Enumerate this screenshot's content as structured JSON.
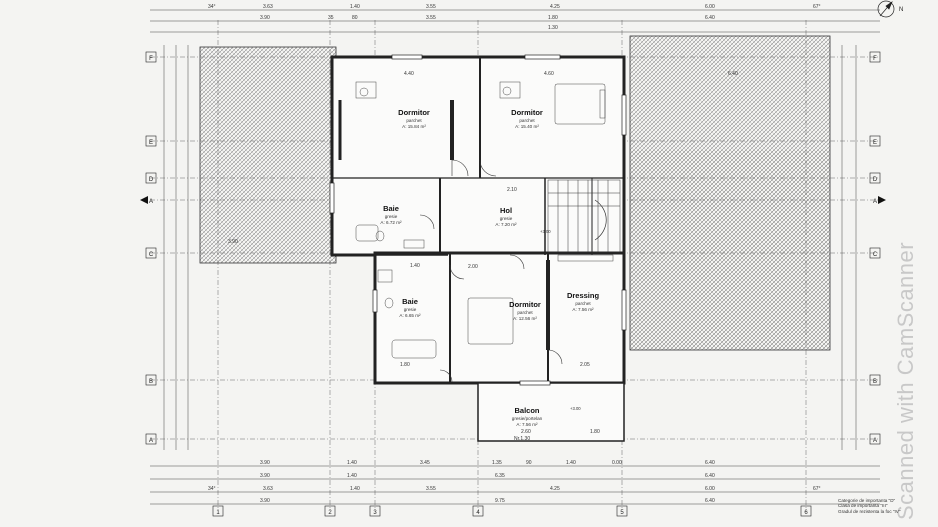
{
  "rooms": {
    "dormitor_left": {
      "name": "Dormitor",
      "floor": "parchet",
      "area": "A: 15.84 m²"
    },
    "dormitor_right": {
      "name": "Dormitor",
      "floor": "parchet",
      "area": "A: 15.40 m²"
    },
    "baie_top": {
      "name": "Baie",
      "floor": "gresie",
      "area": "A: 6.72 m²"
    },
    "hol": {
      "name": "Hol",
      "floor": "gresie",
      "area": "A: 7.20 m²"
    },
    "baie_bottom": {
      "name": "Baie",
      "floor": "gresie",
      "area": "A: 6.65 m²"
    },
    "dormitor_bottom": {
      "name": "Dormitor",
      "floor": "parchet",
      "area": "A: 12.56 m²"
    },
    "dressing": {
      "name": "Dressing",
      "floor": "parchet",
      "area": "A: 7.56 m²"
    },
    "balcon": {
      "name": "Balcon",
      "floor": "gresie/portelan",
      "area": "A: 7.56 m²"
    }
  },
  "levels": {
    "hol": "+3.00",
    "balcon": "+3.00"
  },
  "axes": {
    "horizontal": [
      "F",
      "E",
      "D",
      "A",
      "C",
      "B",
      "A"
    ],
    "vertical": [
      "1",
      "2",
      "3",
      "4",
      "5",
      "6"
    ]
  },
  "top_dims": {
    "row1": [
      "34°",
      "3.63",
      "1.40",
      "3.55",
      "4.25",
      "6.00",
      "67°"
    ],
    "row2": [
      "3.90",
      "35",
      "80",
      "3.55",
      "1.80",
      "6.40"
    ],
    "row3": [
      "1.30"
    ]
  },
  "bottom_dims": {
    "row1": [
      "3.90",
      "1.40",
      "3.45",
      "1.35",
      "90",
      "1.40",
      "0.00",
      "6.40"
    ],
    "row2": [
      "3.90",
      "1.40",
      "6.35",
      "6.40"
    ],
    "row3": [
      "34°",
      "3.63",
      "1.40",
      "3.55",
      "4.25",
      "6.00",
      "67°"
    ],
    "row4": [
      "3.90",
      "9.75",
      "6.40"
    ]
  },
  "interior_dims": [
    "4.40",
    "4.60",
    "2.10",
    "2.00",
    "1.40",
    "1.80",
    "2.05",
    "2.60",
    "1.80",
    "Nr.1.30"
  ],
  "roof_labels": [
    "3.90",
    "6.40"
  ],
  "legend": {
    "line1": "Categorie de importanta \"D\"",
    "line2": "Clasa de importanta \"III\"",
    "line3": "Gradul de rezistenta la foc \"IV\""
  },
  "watermark": "Scanned with CamScanner",
  "compass": "N"
}
